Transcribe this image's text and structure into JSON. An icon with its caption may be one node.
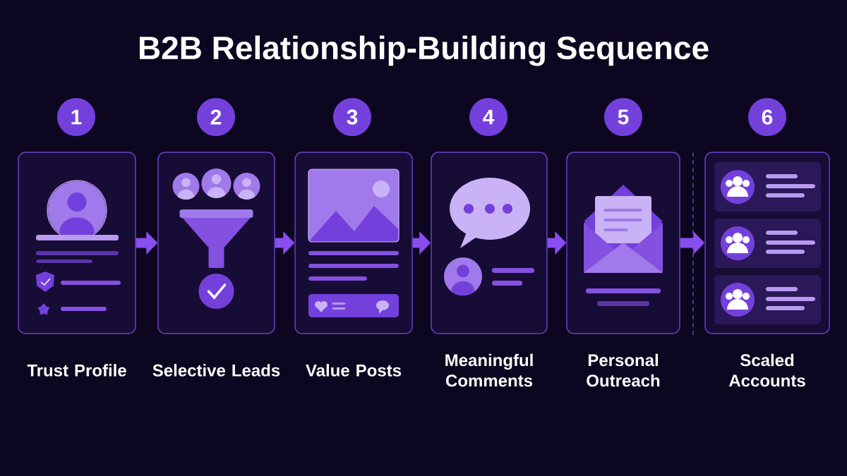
{
  "diagram": {
    "title": "B2B Relationship-Building Sequence",
    "nodes": [
      {
        "text": [
          "1"
        ]
      },
      {
        "text": [
          "2"
        ]
      },
      {
        "text": [
          "3"
        ]
      },
      {
        "text": [
          "4"
        ]
      },
      {
        "text": [
          "5"
        ]
      },
      {
        "text": [
          "6"
        ]
      },
      {
        "text": [
          "Trust Profile"
        ]
      },
      {
        "text": [
          "Selective Leads"
        ]
      },
      {
        "text": [
          "Value Posts"
        ]
      },
      {
        "text": [
          "Meaningful Comments"
        ]
      },
      {
        "text": [
          "Personal Outreach"
        ]
      },
      {
        "text": [
          "Scaled Accounts"
        ]
      }
    ],
    "edges": [
      {
        "from": 6,
        "to": 7,
        "arrow": "to"
      },
      {
        "from": 7,
        "to": 8,
        "arrow": "to"
      },
      {
        "from": 8,
        "to": 9,
        "arrow": "to"
      },
      {
        "from": 9,
        "to": 10,
        "arrow": "to"
      },
      {
        "from": 10,
        "to": 11,
        "arrow": "to"
      }
    ]
  }
}
